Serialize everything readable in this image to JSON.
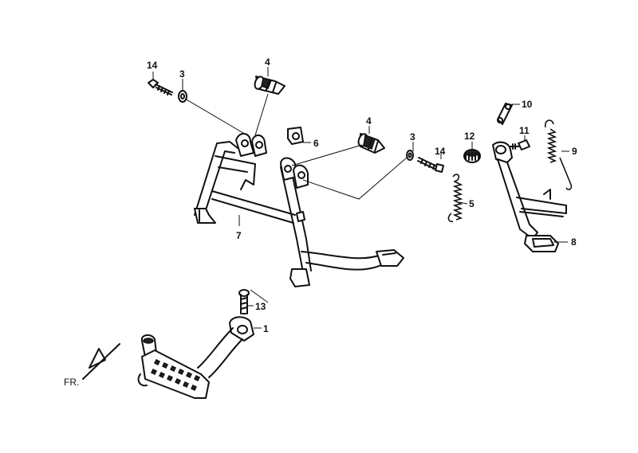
{
  "callouts": {
    "c1": "1",
    "c3a": "3",
    "c3b": "3",
    "c4a": "4",
    "c4b": "4",
    "c5": "5",
    "c6": "6",
    "c7": "7",
    "c8": "8",
    "c9": "9",
    "c10": "10",
    "c11": "11",
    "c12": "12",
    "c13": "13",
    "c14a": "14",
    "c14b": "14"
  },
  "direction_label": "FR."
}
